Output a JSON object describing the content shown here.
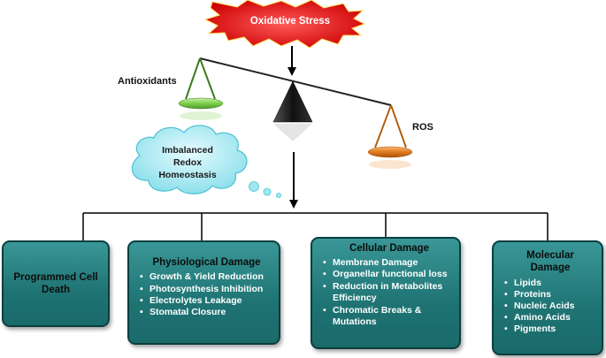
{
  "stress": {
    "label": "Oxidative Stress"
  },
  "balance": {
    "left_label": "Antioxidants",
    "right_label": "ROS"
  },
  "cloud": {
    "lines": [
      "Imbalanced",
      "Redox",
      "Homeostasis"
    ]
  },
  "colors": {
    "starburst": "#e01010",
    "box_fill": "#237a7a",
    "antioxidant_pan": "#7ccf4a",
    "ros_pan": "#e07a1f",
    "cloud": "#9fe8f0"
  },
  "boxes": [
    {
      "title": "Programmed Cell Death",
      "items": []
    },
    {
      "title": "Physiological Damage",
      "items": [
        "Growth & Yield Reduction",
        "Photosynthesis Inhibition",
        "Electrolytes Leakage",
        "Stomatal Closure"
      ]
    },
    {
      "title": "Cellular Damage",
      "items": [
        "Membrane Damage",
        "Organellar functional loss",
        "Reduction in Metabolites Efficiency",
        "Chromatic Breaks & Mutations"
      ]
    },
    {
      "title": "Molecular Damage",
      "items": [
        "Lipids",
        "Proteins",
        "Nucleic Acids",
        "Amino Acids",
        "Pigments"
      ]
    }
  ]
}
